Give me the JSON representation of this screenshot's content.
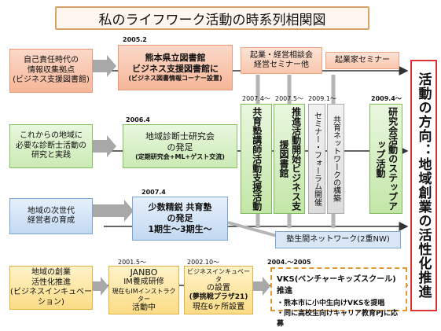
{
  "title": "私のライフワーク活動の時系列相関図",
  "left": {
    "l1": [
      "自己責任時代の",
      "情報収集拠点",
      "(ビジネス支援図書館)"
    ],
    "l2": [
      "これからの地域に",
      "必要な診断士活動の",
      "研究と実践"
    ],
    "l3": [
      "地域の次世代",
      "経営者の育成"
    ],
    "l4": [
      "地域の創業",
      "活性化推進",
      "(ビジネスインキュベーション)"
    ]
  },
  "dates": {
    "d1": "2005.2",
    "d2": "2006.4",
    "d3": "2007.4",
    "d4": "2007.4～",
    "d5": "2007.5～",
    "d6": "2009.1～",
    "d7": "2009.4～",
    "d8": "2001.5～",
    "d9": "2002.10～",
    "d10": "2004.～2005"
  },
  "mid": {
    "library": [
      "熊本県立図書館",
      "ビジネス支援図書館に",
      "(ビジネス図書情報コーナー設置)"
    ],
    "kenkyukai": [
      "地域診断士研究会",
      "の発足",
      "(定期研究会+ML+ゲスト交流)"
    ],
    "juku": [
      "少数精鋭 共育塾",
      "の発足",
      "1期生～3期生～"
    ],
    "janbo": [
      "JANBO",
      "IM養成研修",
      "現在もIMインストラクター",
      "活動中"
    ],
    "incubator": [
      "ビジネスインキュベータ",
      "の設置",
      "(夢挑戦プラザ21)",
      "現在6ヶ所設置"
    ],
    "vks": [
      "VKS(ベンチャーキッズスクール)推進",
      "・熊本市に小中生向けVKSを提唱",
      "・同に高校生向けキャリア教育PJに応募"
    ]
  },
  "seminars": {
    "s1": [
      "起業・経営相談会",
      "経営セミナー他"
    ],
    "s2": "起業家セミナー"
  },
  "cols": {
    "c1": "共育塾講師活動支援活動",
    "c2": "推進活動開始ビジネス支援図書館",
    "c3": "セミナー・フォーラム開催",
    "c4": "共育ネットワークの構築",
    "c5": "研究会活動のステップアップ活動"
  },
  "network": "塾生間ネットワーク(2重NW)",
  "right": "活動の方向：地域創業の活性化推進"
}
